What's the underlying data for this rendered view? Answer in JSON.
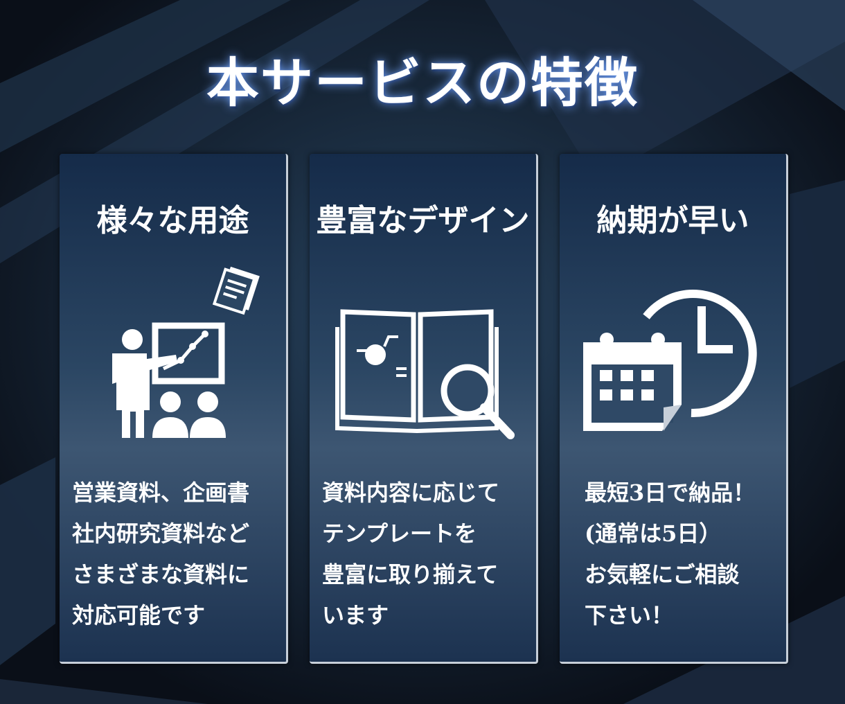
{
  "title": "本サービスの特徴",
  "cards": [
    {
      "heading": "様々な用途",
      "icon": "presentation-icon",
      "lines": [
        "営業資料、企画書",
        "社内研究資料など",
        "さまざまな資料に",
        "対応可能です"
      ]
    },
    {
      "heading": "豊富なデザイン",
      "icon": "book-magnifier-icon",
      "lines": [
        "資料内容に応じて",
        "テンプレートを",
        "豊富に取り揃えて",
        "います"
      ]
    },
    {
      "heading": "納期が早い",
      "icon": "calendar-clock-icon",
      "lines": [
        "最短3日で納品！",
        "(通常は5日）",
        "お気軽にご相談",
        "下さい！"
      ]
    }
  ],
  "colors": {
    "background": "#0a0f18",
    "card_top": "#152b49",
    "card_mid": "#3d5672",
    "border": "#c7cfd9",
    "text": "#ffffff"
  }
}
